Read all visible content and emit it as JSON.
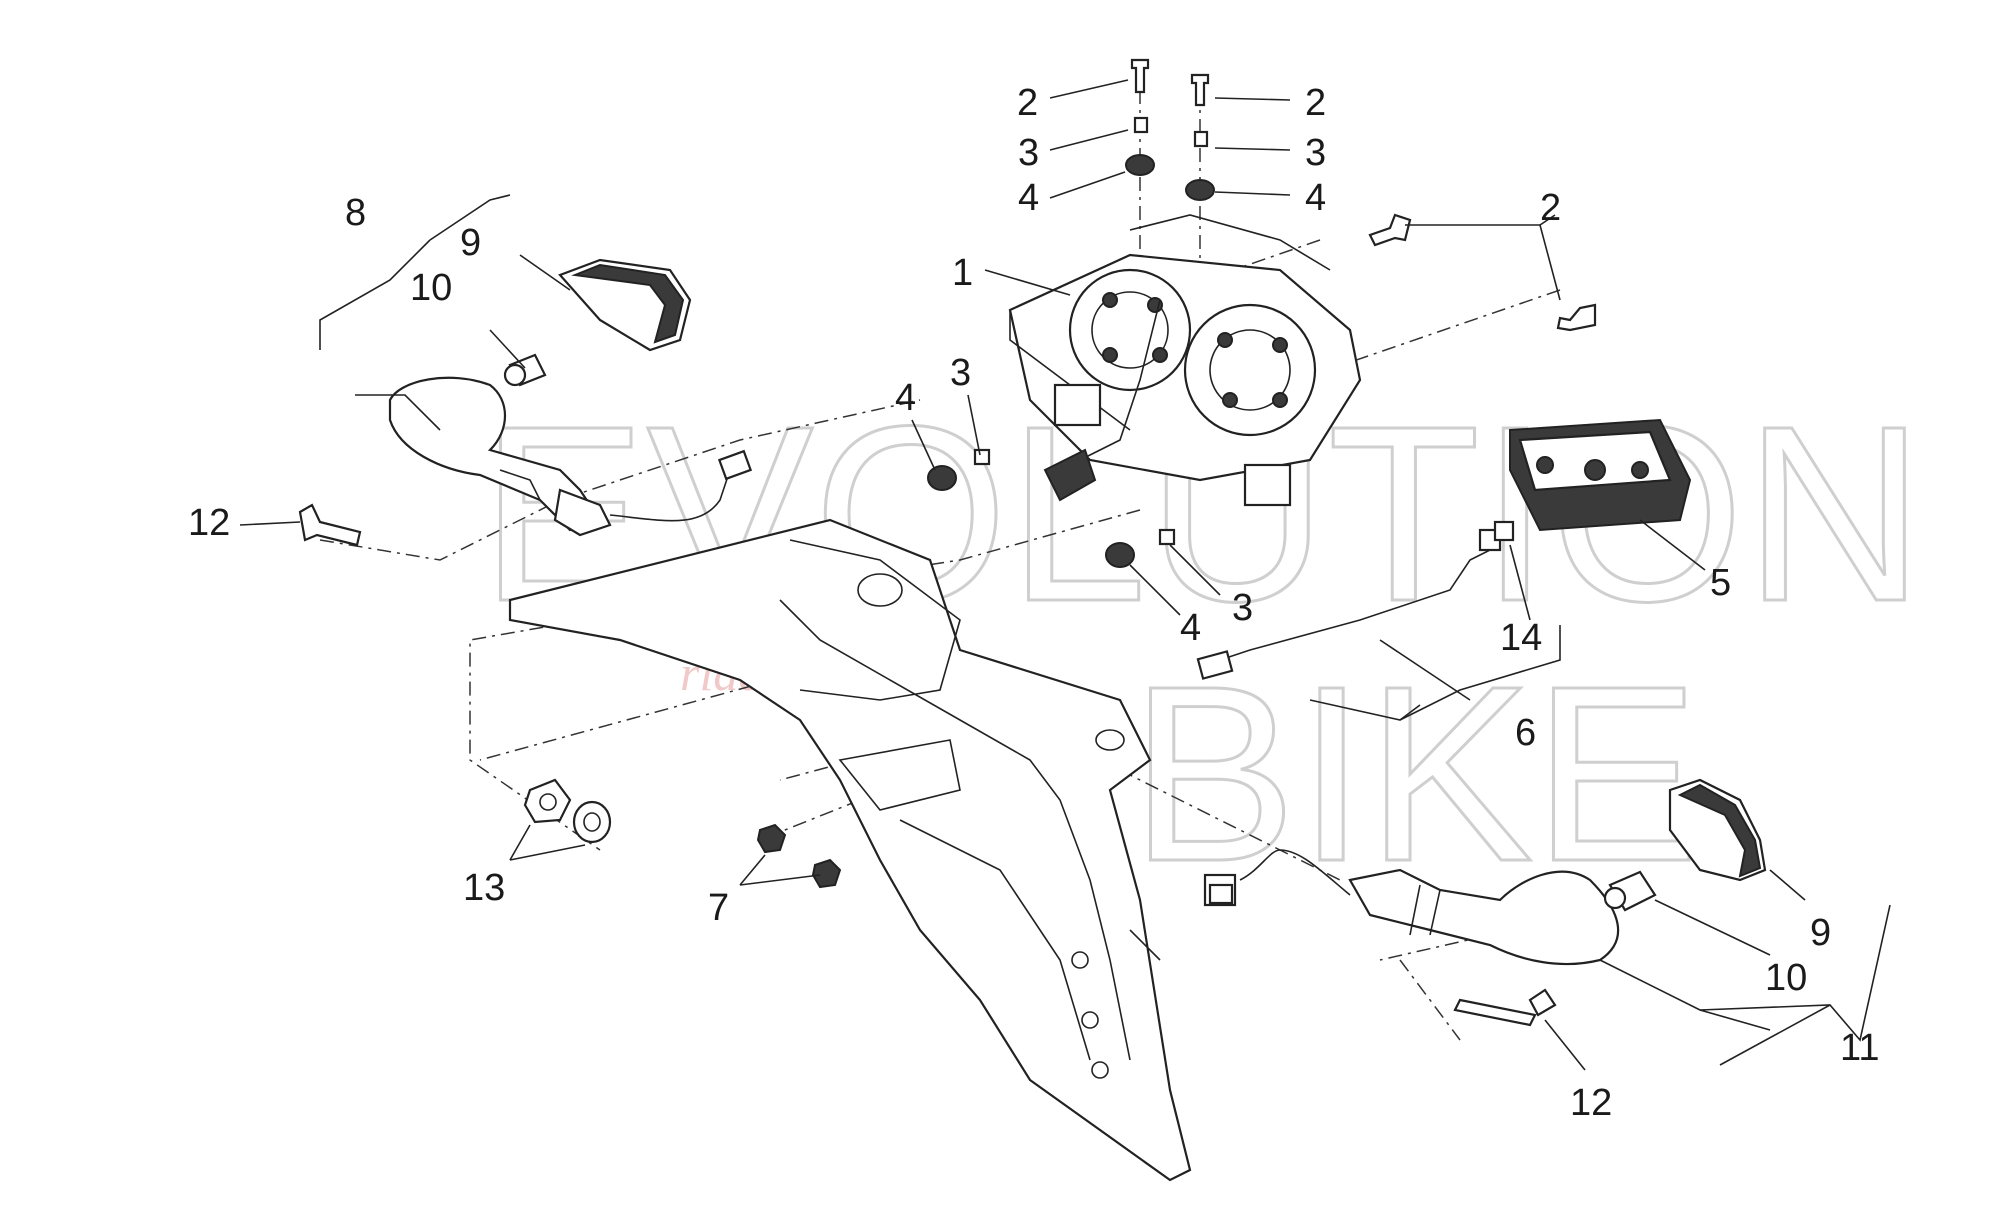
{
  "watermark": {
    "brand_line1": "EVOLUTION",
    "brand_line2": "BIKE",
    "tagline": "ride the power"
  },
  "callouts": {
    "c1": "1",
    "c2a": "2",
    "c2b": "2",
    "c2c": "2",
    "c3a": "3",
    "c3b": "3",
    "c3c": "3",
    "c3d": "3",
    "c4a": "4",
    "c4b": "4",
    "c4c": "4",
    "c4d": "4",
    "c5": "5",
    "c6": "6",
    "c7": "7",
    "c8": "8",
    "c9a": "9",
    "c9b": "9",
    "c10a": "10",
    "c10b": "10",
    "c11": "11",
    "c12a": "12",
    "c12b": "12",
    "c13": "13",
    "c14": "14"
  },
  "colors": {
    "line": "#222222",
    "watermark_outline": "#cfcfcf",
    "watermark_tagline": "#f2c9c9"
  }
}
